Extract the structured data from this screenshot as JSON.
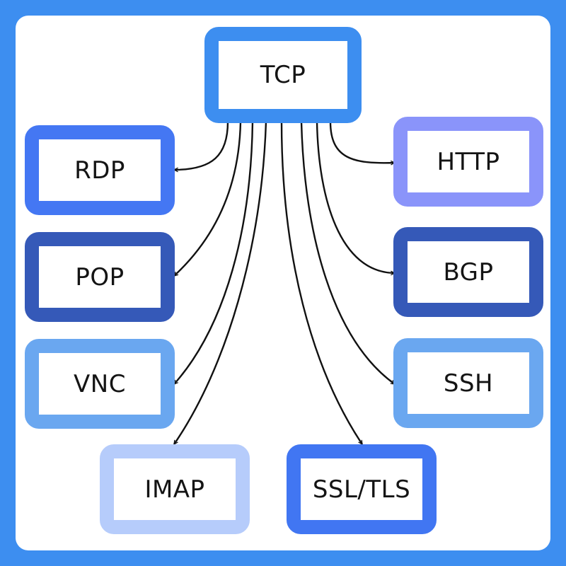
{
  "diagram": {
    "root": {
      "id": "tcp",
      "label": "TCP",
      "color": "#3d8ef0"
    },
    "children": [
      {
        "id": "rdp",
        "label": "RDP",
        "color": "#4477f3"
      },
      {
        "id": "pop",
        "label": "POP",
        "color": "#3559b8"
      },
      {
        "id": "vnc",
        "label": "VNC",
        "color": "#6aa7f0"
      },
      {
        "id": "imap",
        "label": "IMAP",
        "color": "#b6ccfb"
      },
      {
        "id": "ssl",
        "label": "SSL/TLS",
        "color": "#4176f2"
      },
      {
        "id": "http",
        "label": "HTTP",
        "color": "#8a94fa"
      },
      {
        "id": "bgp",
        "label": "BGP",
        "color": "#3559b8"
      },
      {
        "id": "ssh",
        "label": "SSH",
        "color": "#6aa7f0"
      }
    ],
    "edges": [
      {
        "from": "tcp",
        "to": "rdp"
      },
      {
        "from": "tcp",
        "to": "pop"
      },
      {
        "from": "tcp",
        "to": "vnc"
      },
      {
        "from": "tcp",
        "to": "imap"
      },
      {
        "from": "tcp",
        "to": "ssl"
      },
      {
        "from": "tcp",
        "to": "http"
      },
      {
        "from": "tcp",
        "to": "bgp"
      },
      {
        "from": "tcp",
        "to": "ssh"
      }
    ],
    "background_color": "#3d8ef0"
  }
}
